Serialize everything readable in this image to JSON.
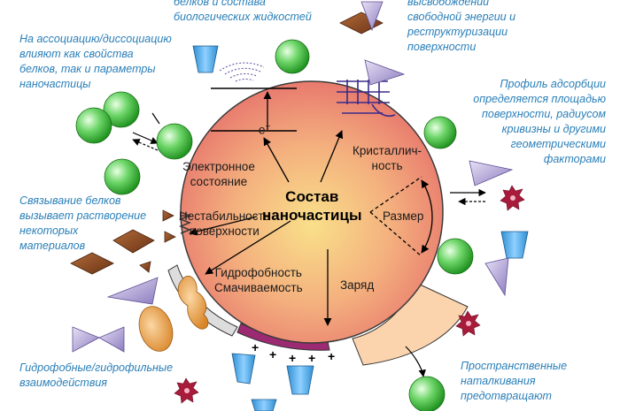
{
  "notes": {
    "top_left_partial": "белков и состава\nбиологических жидкостей",
    "top_right_partial": "высвобождении\nсвободной энергии и\nреструктуризации\nповерхности",
    "association": "На ассоциацию/диссоциацию\nвлияют как свойства\nбелков, так и параметры\nнаночастицы",
    "adsorption": "Профиль адсорбции\nопределяется площадью\nповерхности, радиусом\nкривизны и другими\nгеометрическими\nфакторами",
    "binding": "Связывание белков\nвызывает растворение\nнекоторых\nматериалов",
    "hydro": "Гидрофобные/гидрофильные\nвзаимодействия",
    "steric": "Пространственные\nнаталкивания\nпредотвращают"
  },
  "labels": {
    "title": "Состав\nнаночастицы",
    "electron": "Электронное\nсостояние",
    "electron_symbol": "e",
    "electron_sup": "−",
    "crystal": "Кристаллич-\nность",
    "size": "Размер",
    "instability": "Нестабильность\nповерхности",
    "hydrophobic": "Гидрофобность\nСмачиваемость",
    "charge": "Заряд",
    "plus": "+"
  },
  "colors": {
    "note_text": "#2a7fb8",
    "sphere_edge": "#3a3a3a",
    "sphere_center": "#f9e08a",
    "sphere_outer": "#e87a6e",
    "protein_green": "#2fb52f",
    "protein_brown": "#8a4a22",
    "protein_purple": "#a99bd0",
    "protein_blue": "#3a9fe0",
    "protein_red": "#a81b3a",
    "charge_band": "#9c2a72"
  }
}
